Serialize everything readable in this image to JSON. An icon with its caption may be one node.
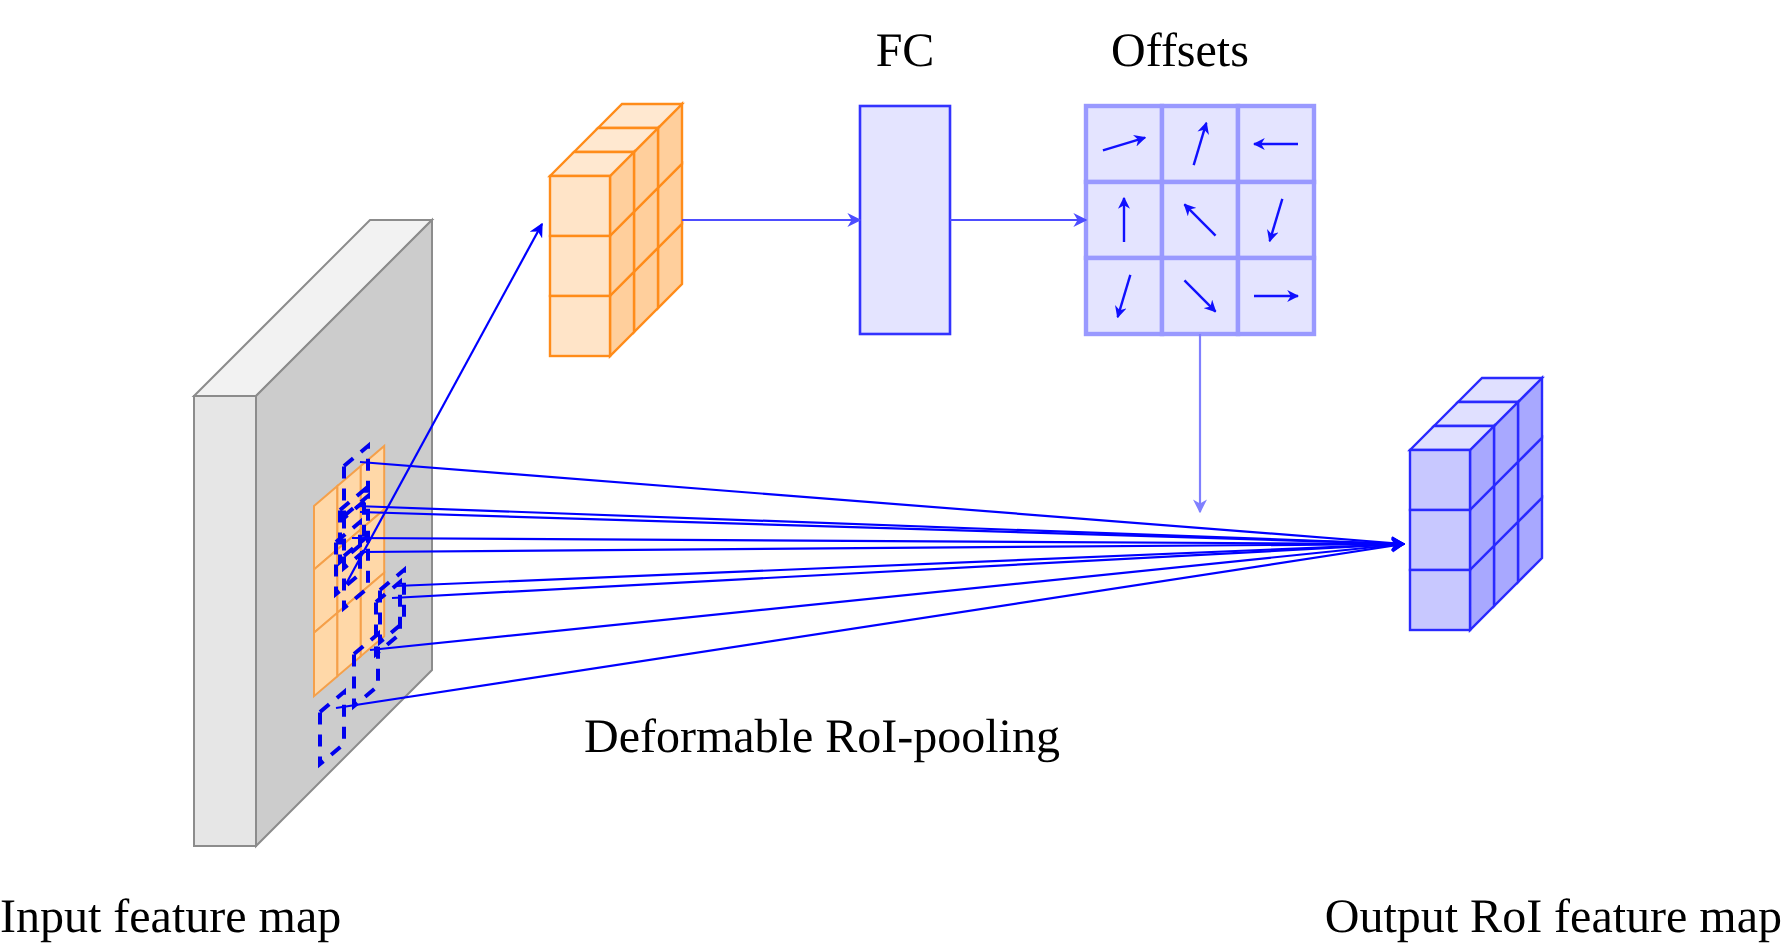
{
  "diagram": {
    "nodes": [
      {
        "text": [
          "Input feature map"
        ]
      },
      {
        "text": [],
        "shape": "picture"
      },
      {
        "text": [
          "FC"
        ]
      },
      {
        "text": [
          "Offsets"
        ]
      },
      {
        "text": [
          "Output RoI feature map"
        ]
      }
    ],
    "edges": [
      {
        "from": 0,
        "to": 1,
        "arrow": "to"
      },
      {
        "from": 1,
        "to": 2,
        "arrow": "to",
        "color": "#4d4dff"
      },
      {
        "from": 2,
        "to": 3,
        "arrow": "to",
        "color": "#4d4dff"
      },
      {
        "from": 3,
        "to": null,
        "arrow": "to",
        "color": "#8080ff"
      },
      {
        "from": 0,
        "to": 4,
        "arrow": "to"
      },
      {
        "from": 0,
        "to": 4,
        "arrow": "to"
      },
      {
        "from": 0,
        "to": 4,
        "arrow": "to"
      },
      {
        "from": 0,
        "to": 4,
        "arrow": "to"
      },
      {
        "from": 0,
        "to": 4,
        "arrow": "to"
      },
      {
        "from": 0,
        "to": 4,
        "arrow": "to"
      },
      {
        "from": 0,
        "to": 4,
        "arrow": "to"
      },
      {
        "from": 0,
        "to": 4,
        "arrow": "to"
      },
      {
        "from": 0,
        "to": 4,
        "arrow": "to"
      }
    ],
    "labels": [
      "Deformable RoI-pooling"
    ]
  }
}
